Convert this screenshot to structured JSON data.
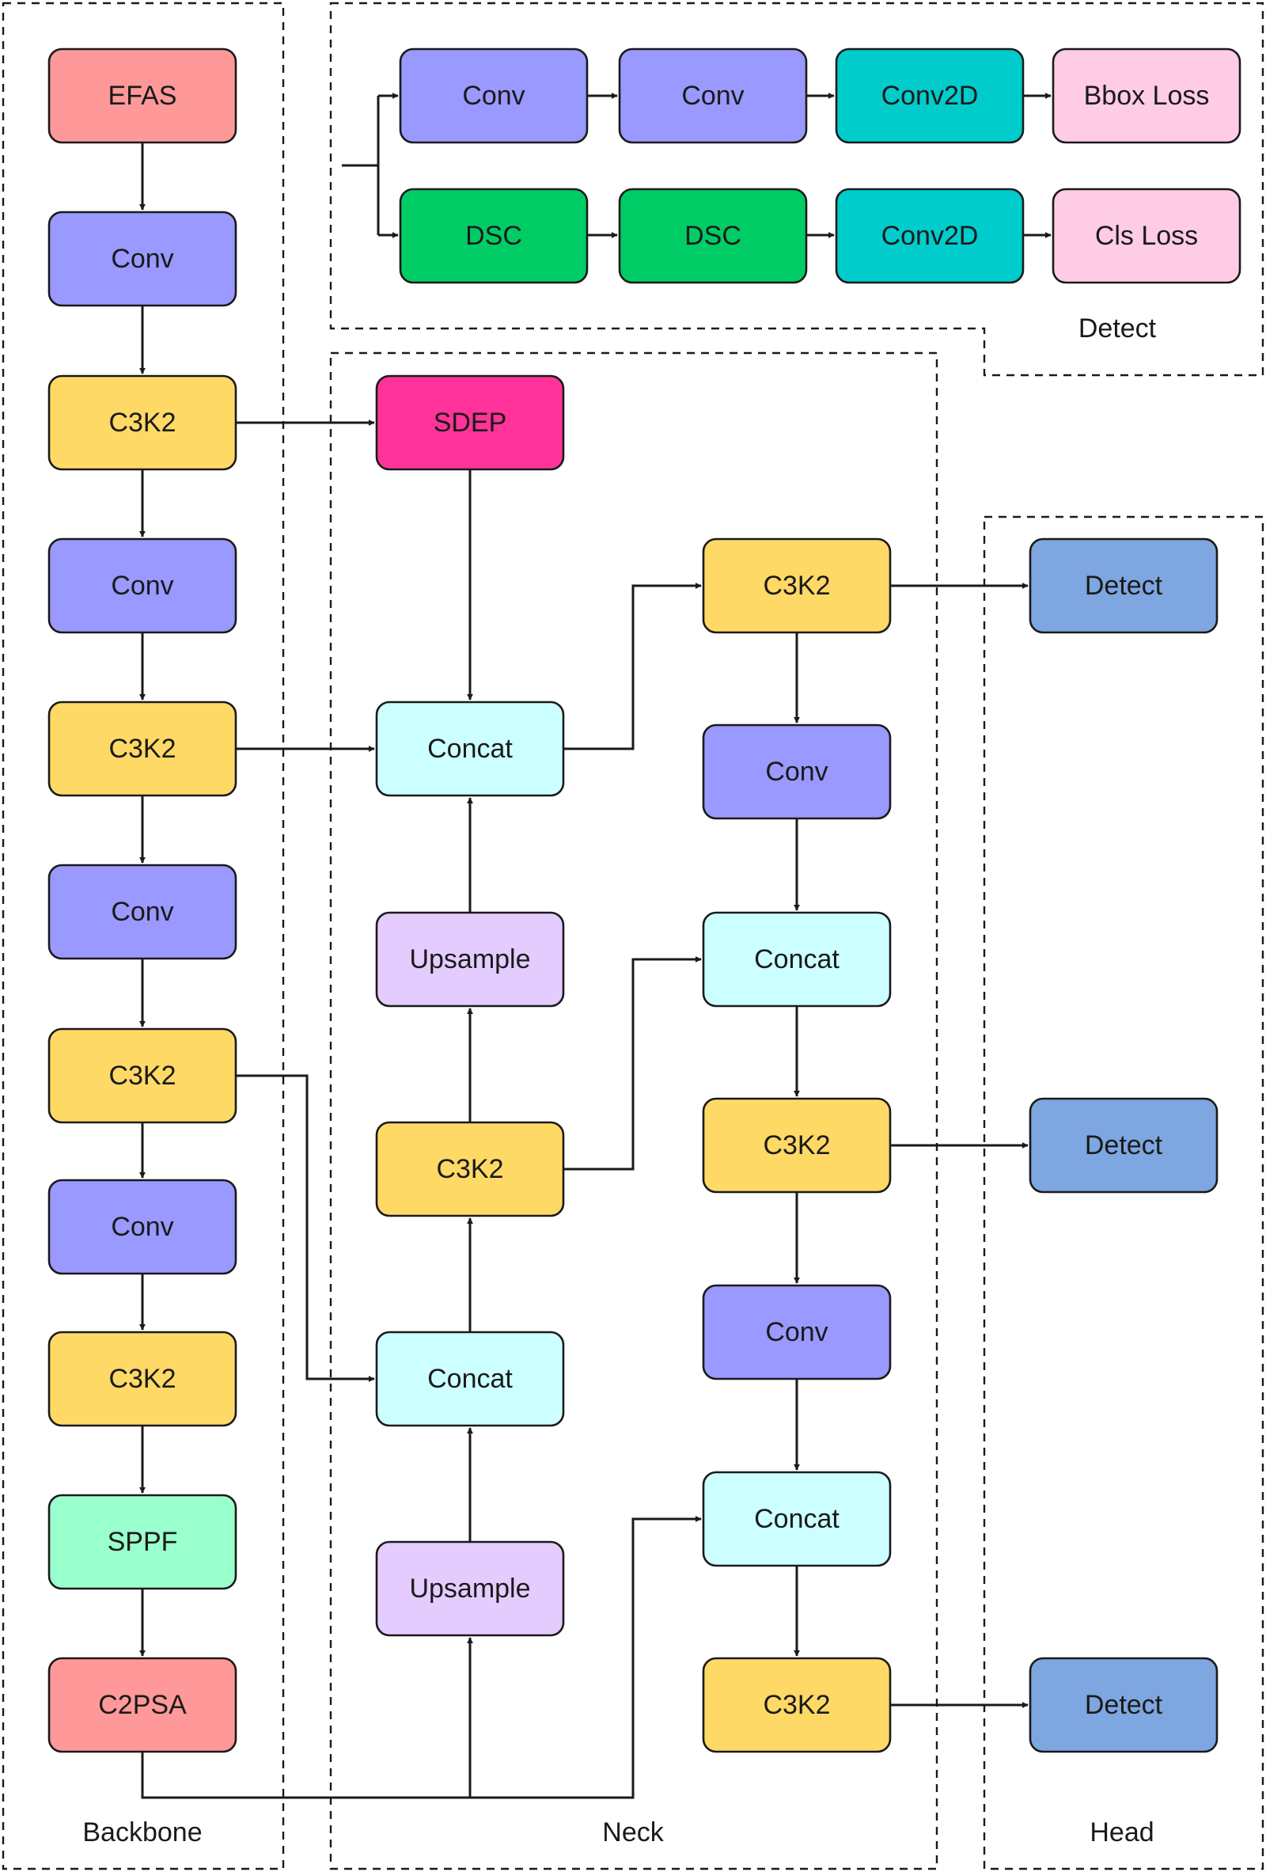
{
  "colors": {
    "red": "#FF9999",
    "conv": "#9999FF",
    "c3k2": "#FFD966",
    "concat": "#CCFFFF",
    "upsample": "#E5CCFF",
    "sppf": "#99FFCC",
    "sdep": "#FF3399",
    "detect": "#7EA6E0",
    "conv2d": "#00CCCC",
    "dsc": "#00CC66",
    "loss": "#FFCCE6"
  },
  "regions": {
    "backbone": "Backbone",
    "neck": "Neck",
    "head": "Head",
    "detect": "Detect"
  },
  "nodes": {
    "efas": "EFAS",
    "bb_conv1": "Conv",
    "bb_c3k2_1": "C3K2",
    "bb_conv2": "Conv",
    "bb_c3k2_2": "C3K2",
    "bb_conv3": "Conv",
    "bb_c3k2_3": "C3K2",
    "bb_conv4": "Conv",
    "bb_c3k2_4": "C3K2",
    "sppf": "SPPF",
    "c2psa": "C2PSA",
    "sdep": "SDEP",
    "nk_concat1": "Concat",
    "nk_upsample1": "Upsample",
    "nk_c3k2_a": "C3K2",
    "nk_concat2": "Concat",
    "nk_upsample2": "Upsample",
    "nk_c3k2_p1": "C3K2",
    "nk_conv_p1": "Conv",
    "nk_concat_p2": "Concat",
    "nk_c3k2_p2": "C3K2",
    "nk_conv_p2": "Conv",
    "nk_concat_p3": "Concat",
    "nk_c3k2_p3": "C3K2",
    "head_detect1": "Detect",
    "head_detect2": "Detect",
    "head_detect3": "Detect",
    "dt_conv1": "Conv",
    "dt_conv2": "Conv",
    "dt_conv2d_1": "Conv2D",
    "dt_bbox_loss": "Bbox Loss",
    "dt_dsc1": "DSC",
    "dt_dsc2": "DSC",
    "dt_conv2d_2": "Conv2D",
    "dt_cls_loss": "Cls Loss"
  }
}
